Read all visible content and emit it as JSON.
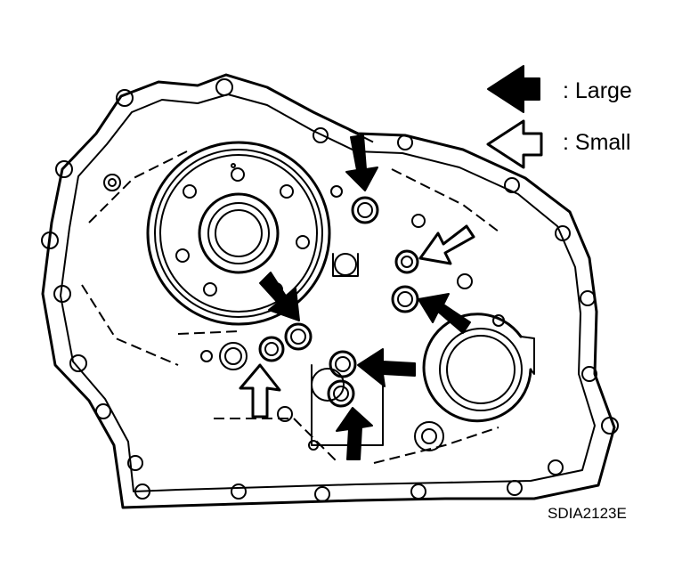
{
  "legend": {
    "large": {
      "label": ": Large",
      "icon": "filled-arrow-icon",
      "color": "#000000"
    },
    "small": {
      "label": ": Small",
      "icon": "outline-arrow-icon",
      "color": "#ffffff"
    }
  },
  "figure_code": "SDIA2123E"
}
